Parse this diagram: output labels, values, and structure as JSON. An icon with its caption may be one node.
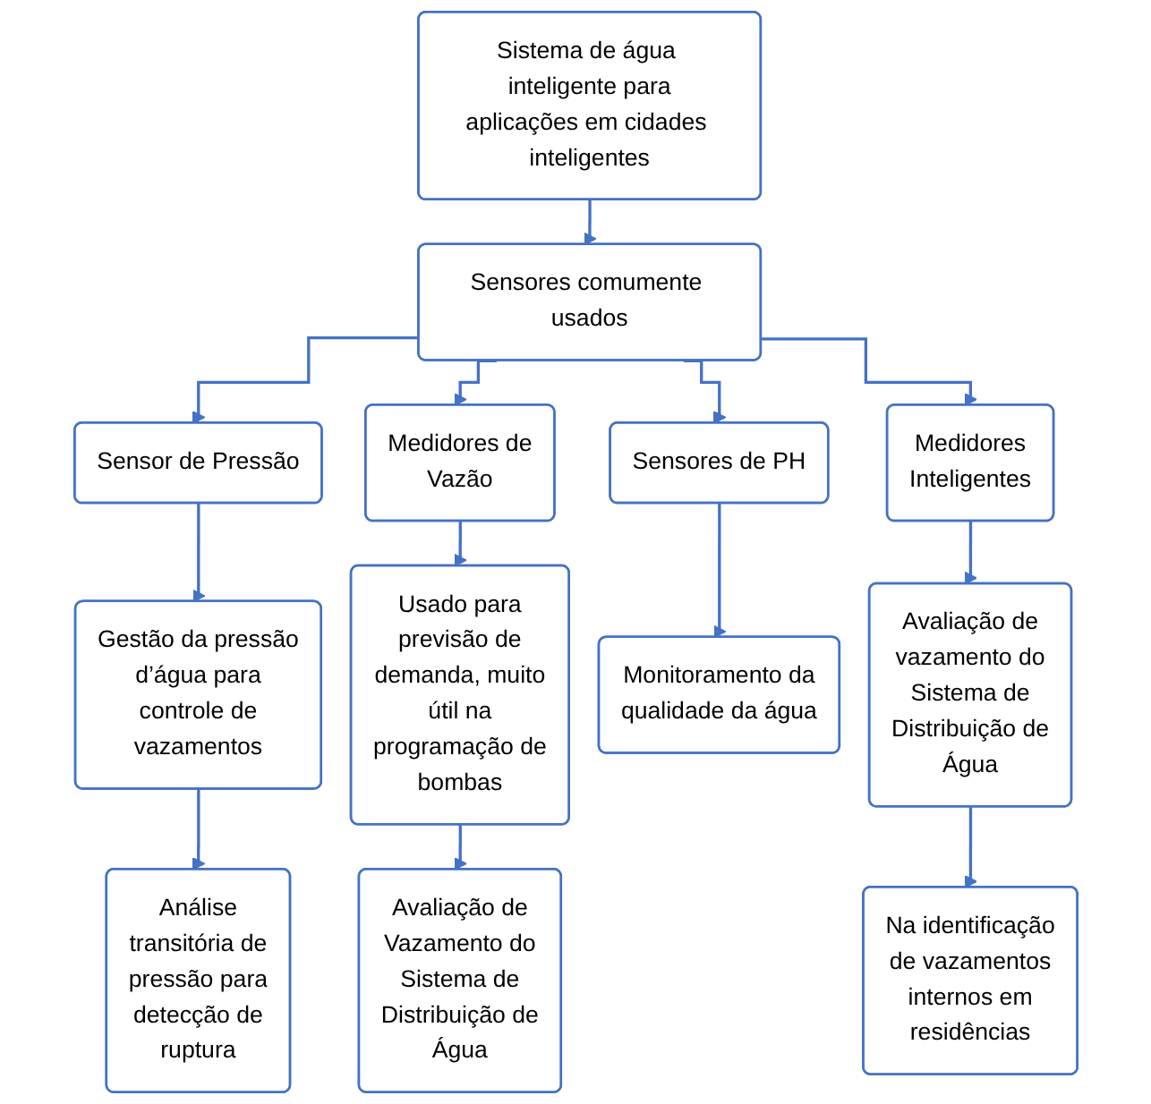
{
  "diagram": {
    "nodes": [
      {
        "text": [
          "Sistema de água inteligente para aplicações em cidades inteligentes"
        ]
      },
      {
        "text": [
          "Sensores comumente usados"
        ]
      },
      {
        "text": [
          "Sensor de Pressão"
        ]
      },
      {
        "text": [
          "Medidores de Vazão"
        ]
      },
      {
        "text": [
          "Sensores de PH"
        ]
      },
      {
        "text": [
          "Medidores Inteligentes"
        ]
      },
      {
        "text": [
          "Gestão da pressão d’água para controle de vazamentos"
        ]
      },
      {
        "text": [
          "Análise transitória de pressão para detecção de ruptura"
        ]
      },
      {
        "text": [
          "Usado para previsão de demanda, muito útil na programação de bombas"
        ]
      },
      {
        "text": [
          "Avaliação de Vazamento do Sistema de Distribuição de Água"
        ]
      },
      {
        "text": [
          "Monitoramento da qualidade da água"
        ]
      },
      {
        "text": [
          "Avaliação de vazamento do Sistema de Distribuição de Água"
        ]
      },
      {
        "text": [
          "Na identificação de vazamentos internos em residências"
        ]
      }
    ],
    "edges": [
      {
        "from": 0,
        "to": 1,
        "arrow": "to"
      },
      {
        "from": 1,
        "to": 2,
        "arrow": "to"
      },
      {
        "from": 1,
        "to": 3,
        "arrow": "to"
      },
      {
        "from": 1,
        "to": 4,
        "arrow": "to"
      },
      {
        "from": 1,
        "to": 5,
        "arrow": "to"
      },
      {
        "from": 2,
        "to": 6,
        "arrow": "to"
      },
      {
        "from": 6,
        "to": 7,
        "arrow": "to"
      },
      {
        "from": 3,
        "to": 8,
        "arrow": "to"
      },
      {
        "from": 8,
        "to": 9,
        "arrow": "to"
      },
      {
        "from": 4,
        "to": 10,
        "arrow": "to"
      },
      {
        "from": 5,
        "to": 11,
        "arrow": "to"
      },
      {
        "from": 11,
        "to": 12,
        "arrow": "to"
      }
    ]
  }
}
